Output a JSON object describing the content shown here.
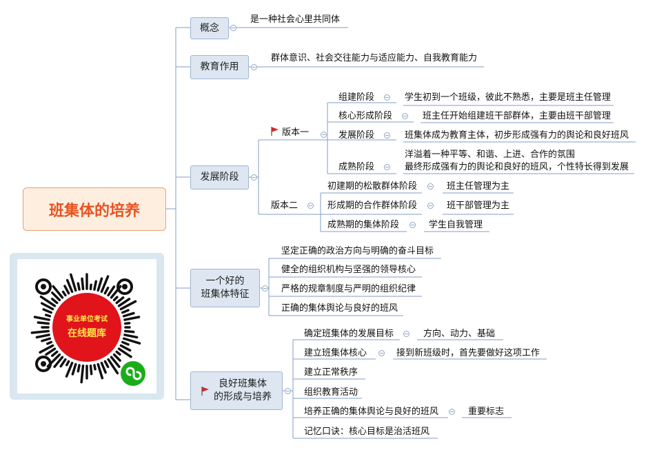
{
  "root": {
    "title": "班集体的培养"
  },
  "topics": {
    "concept": {
      "label": "概念",
      "text": "是一种社会心里共同体"
    },
    "education": {
      "label": "教育作用",
      "text": "群体意识、社会交往能力与适应能力、自我教育能力"
    },
    "development": {
      "label": "发展阶段",
      "version1": {
        "label": "版本一",
        "stages": [
          {
            "name": "组建阶段",
            "desc": "学生初到一个班级，彼此不熟悉，主要是班主任管理"
          },
          {
            "name": "核心形成阶段",
            "desc": "班主任开始组建班干部群体，主要由班干部管理"
          },
          {
            "name": "发展阶段",
            "desc": "班集体成为教育主体，初步形成强有力的舆论和良好班风"
          },
          {
            "name": "成熟阶段",
            "desc_line1": "洋溢着一种平等、和谐、上进、合作的氛围",
            "desc_line2": "最终形成强有力的舆论和良好的班风，个性特长得到发展"
          }
        ]
      },
      "version2": {
        "label": "版本二",
        "stages": [
          {
            "name": "初建期的松散群体阶段",
            "desc": "班主任管理为主"
          },
          {
            "name": "形成期的合作群体阶段",
            "desc": "班干部管理为主"
          },
          {
            "name": "成熟期的集体阶段",
            "desc": "学生自我管理"
          }
        ]
      }
    },
    "features": {
      "label_line1": "一个好的",
      "label_line2": "班集体特征",
      "items": [
        "坚定正确的政治方向与明确的奋斗目标",
        "健全的组织机构与坚强的领导核心",
        "严格的规章制度与严明的组织纪律",
        "正确的集体舆论与良好的班风"
      ]
    },
    "formation": {
      "label_line1": "良好班集体",
      "label_line2": "的形成与培养",
      "items": [
        {
          "name": "确定班集体的发展目标",
          "desc": "方向、动力、基础"
        },
        {
          "name": "建立班集体核心",
          "desc": "接到新班级时，首先要做好这项工作"
        },
        {
          "name": "建立正常秩序"
        },
        {
          "name": "组织教育活动"
        },
        {
          "name": "培养正确的集体舆论与良好的班风",
          "desc": "重要标志"
        },
        {
          "name": "记忆口诀：核心目标是治活班风"
        }
      ]
    }
  },
  "qr": {
    "line1": "事业单位考试",
    "line2": "在线题库",
    "icon": "mini-program-icon"
  },
  "colors": {
    "line": "#7f9ec4",
    "root_text": "#e8531f",
    "flag": "#d9262a",
    "qr_red": "#e0141a",
    "qr_yellow": "#ffe74a",
    "mini_green": "#1aad19"
  }
}
